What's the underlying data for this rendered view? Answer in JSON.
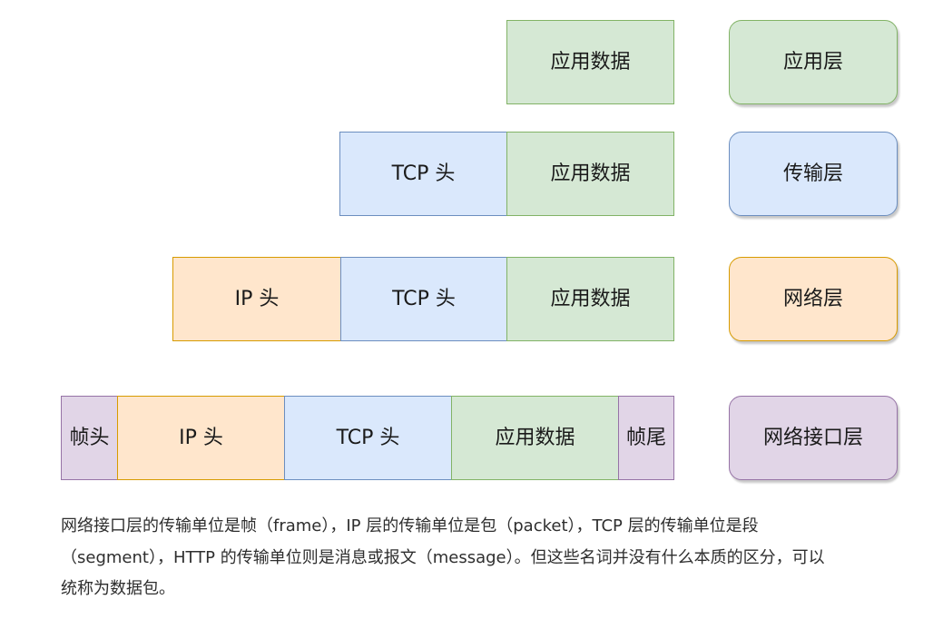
{
  "palette": {
    "green": {
      "fill": "#d5e8d4",
      "stroke": "#82b366"
    },
    "blue": {
      "fill": "#dae8fc",
      "stroke": "#6c8ebf"
    },
    "orange": {
      "fill": "#ffe6cc",
      "stroke": "#d79b00"
    },
    "purple": {
      "fill": "#e1d5e7",
      "stroke": "#9673a6"
    }
  },
  "rows": [
    {
      "layer": {
        "label": "应用层",
        "color": "green"
      },
      "segments": [
        {
          "label": "应用数据",
          "color": "green"
        }
      ]
    },
    {
      "layer": {
        "label": "传输层",
        "color": "blue"
      },
      "segments": [
        {
          "label": "TCP 头",
          "color": "blue"
        },
        {
          "label": "应用数据",
          "color": "green"
        }
      ]
    },
    {
      "layer": {
        "label": "网络层",
        "color": "orange"
      },
      "segments": [
        {
          "label": "IP 头",
          "color": "orange"
        },
        {
          "label": "TCP 头",
          "color": "blue"
        },
        {
          "label": "应用数据",
          "color": "green"
        }
      ]
    },
    {
      "layer": {
        "label": "网络接口层",
        "color": "purple"
      },
      "segments": [
        {
          "label": "帧头",
          "color": "purple"
        },
        {
          "label": "IP 头",
          "color": "orange"
        },
        {
          "label": "TCP 头",
          "color": "blue"
        },
        {
          "label": "应用数据",
          "color": "green"
        },
        {
          "label": "帧尾",
          "color": "purple"
        }
      ]
    }
  ],
  "description": {
    "lines": [
      "网络接口层的传输单位是帧（frame），IP 层的传输单位是包（packet），TCP 层的传输单位是段",
      "（segment），HTTP 的传输单位则是消息或报文（message）。但这些名词并没有什么本质的区分，可以",
      "统称为数据包。"
    ]
  }
}
